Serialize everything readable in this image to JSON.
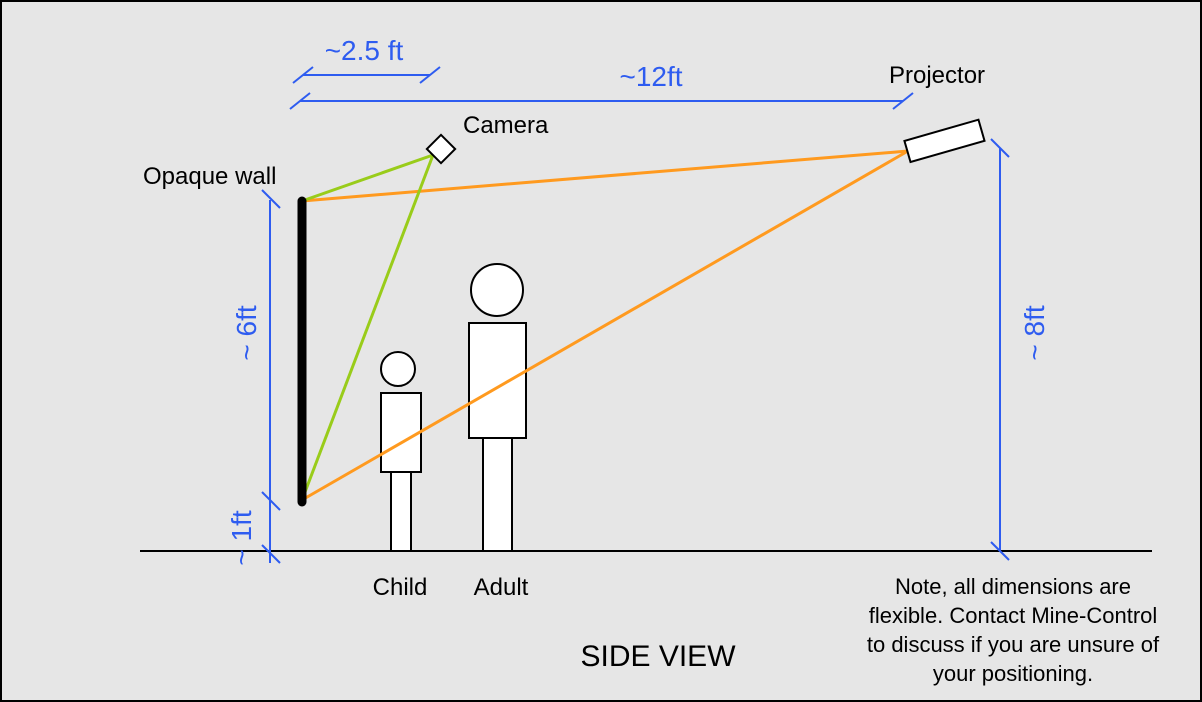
{
  "labels": {
    "opaque_wall": "Opaque wall",
    "camera": "Camera",
    "projector": "Projector",
    "child": "Child",
    "adult": "Adult",
    "side_view": "SIDE VIEW"
  },
  "dimensions": {
    "camera_offset": "~2.5 ft",
    "projector_distance": "~12ft",
    "wall_height": "~ 6ft",
    "wall_base": "~ 1ft",
    "projector_height": "~ 8ft"
  },
  "note": {
    "lines": [
      "Note, all dimensions are",
      "flexible.  Contact Mine-Control",
      "to discuss if you are unsure of",
      "your positioning."
    ]
  },
  "colors": {
    "background": "#e6e6e6",
    "dimension": "#2e5cf0",
    "projection_beam": "#ff9a1f",
    "camera_view": "#99cc1a",
    "wall": "#000000"
  }
}
